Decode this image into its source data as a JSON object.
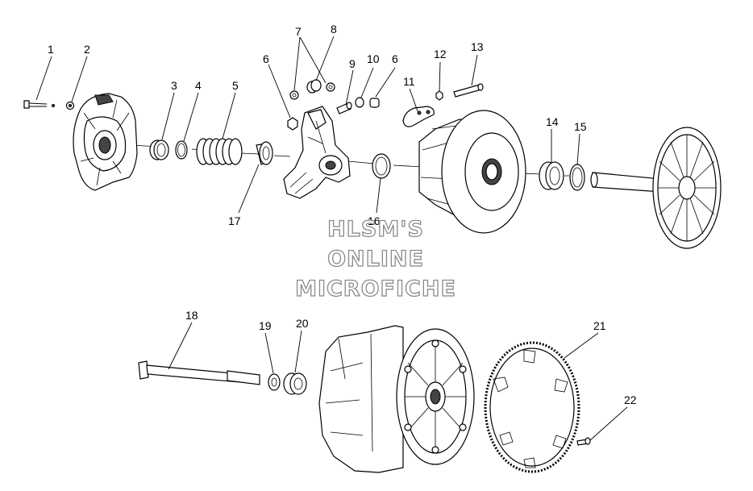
{
  "callouts": [
    "1",
    "2",
    "3",
    "4",
    "5",
    "6",
    "7",
    "8",
    "9",
    "10",
    "6",
    "11",
    "12",
    "13",
    "14",
    "15",
    "16",
    "17",
    "18",
    "19",
    "20",
    "21",
    "22"
  ],
  "watermark": {
    "line1": "HLSM'S",
    "line2": "ONLINE",
    "line3": "MICROFICHE"
  }
}
